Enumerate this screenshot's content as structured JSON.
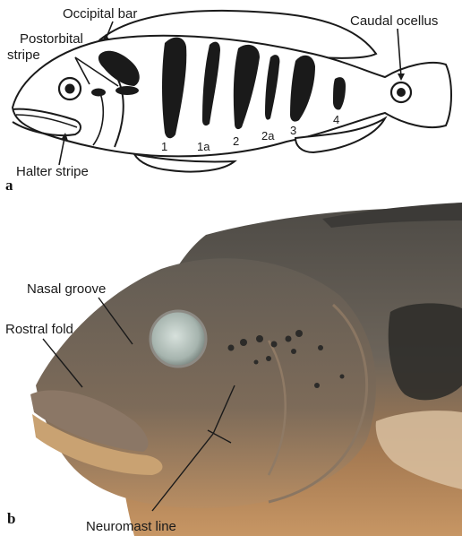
{
  "panel_a": {
    "letter": "a",
    "labels": {
      "occipital_bar": "Occipital bar",
      "postorbital_stripe_line1": "Postorbital",
      "postorbital_stripe_line2": "stripe",
      "caudal_ocellus": "Caudal ocellus",
      "halter_stripe": "Halter stripe"
    },
    "bar_numbers": [
      "1",
      "1a",
      "2",
      "2a",
      "3",
      "4"
    ]
  },
  "panel_b": {
    "letter": "b",
    "labels": {
      "nasal_groove": "Nasal groove",
      "rostral_fold": "Rostral fold",
      "neuromast_line": "Neuromast line"
    }
  },
  "colors": {
    "outline": "#1a1a1a",
    "fish_body_dark": "#5f5a52",
    "fish_belly": "#c89c6a",
    "eye": "#a9b6b0"
  }
}
